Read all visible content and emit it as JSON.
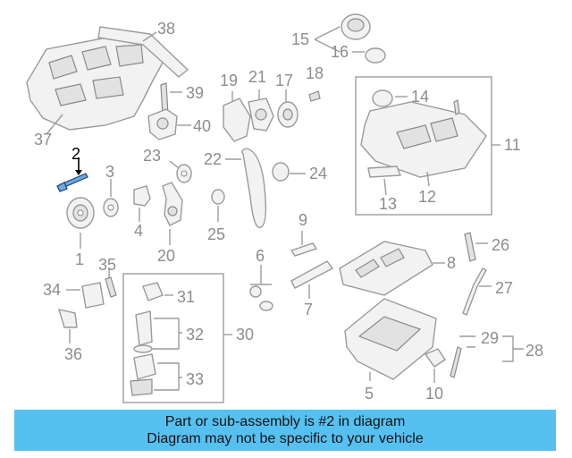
{
  "diagram": {
    "callouts": {
      "c1": "1",
      "c2": "2",
      "c3": "3",
      "c4": "4",
      "c5": "5",
      "c6": "6",
      "c7": "7",
      "c8": "8",
      "c9": "9",
      "c10": "10",
      "c11": "11",
      "c12": "12",
      "c13": "13",
      "c14": "14",
      "c15": "15",
      "c16": "16",
      "c17": "17",
      "c18": "18",
      "c19": "19",
      "c20": "20",
      "c21": "21",
      "c22": "22",
      "c23": "23",
      "c24": "24",
      "c25": "25",
      "c26": "26",
      "c27": "27",
      "c28": "28",
      "c29": "29",
      "c30": "30",
      "c31": "31",
      "c32": "32",
      "c33": "33",
      "c34": "34",
      "c35": "35",
      "c36": "36",
      "c37": "37",
      "c38": "38",
      "c39": "39",
      "c40": "40"
    },
    "highlighted_part": "2",
    "highlight_color": "#6aa9e8"
  },
  "banner": {
    "line1": "Part or sub-assembly is #2 in diagram",
    "line2": "Diagram may not be specific to your vehicle",
    "background": "#56c1f1"
  }
}
